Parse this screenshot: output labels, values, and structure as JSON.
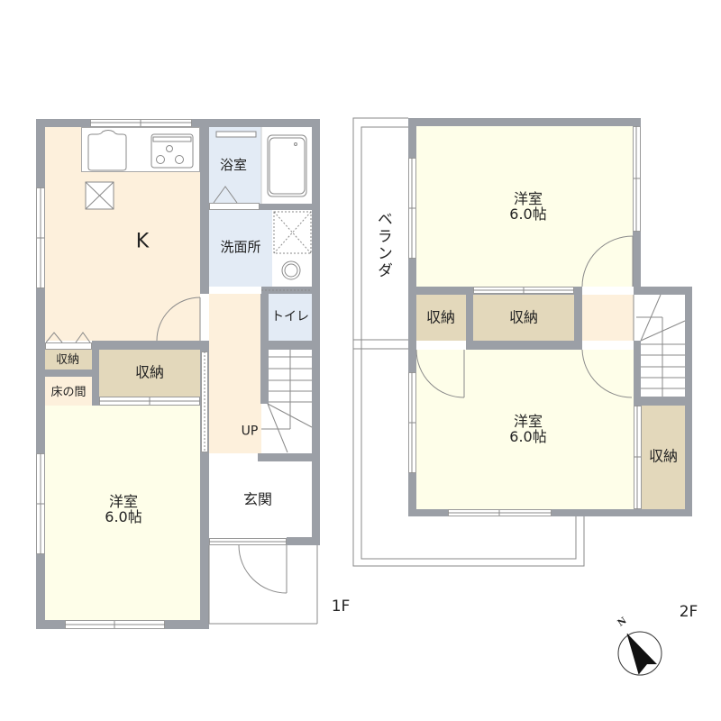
{
  "floor_1": {
    "label": "1F",
    "rooms": {
      "kitchen": "K",
      "bath": "浴室",
      "washroom": "洗面所",
      "toilet": "トイレ",
      "storage_small": "収納",
      "storage_large": "収納",
      "tokonoma": "床の間",
      "stairs_label": "UP",
      "western_room_name": "洋室",
      "western_room_size": "6.0帖",
      "entrance": "玄関"
    }
  },
  "floor_2": {
    "label": "2F",
    "rooms": {
      "veranda": "ベランダ",
      "western_room_upper_name": "洋室",
      "western_room_upper_size": "6.0帖",
      "storage_small": "収納",
      "storage_large": "収納",
      "western_room_lower_name": "洋室",
      "western_room_lower_size": "6.0帖",
      "storage_right": "収納"
    }
  },
  "compass": {
    "north_label": "N",
    "icon": "north-arrow-icon"
  },
  "colors": {
    "wall": "#9b9fa6",
    "kitchen_hall": "#fdf0dc",
    "wet_area": "#e3ebf5",
    "western_room": "#fefee9",
    "storage": "#e3d8bb"
  }
}
